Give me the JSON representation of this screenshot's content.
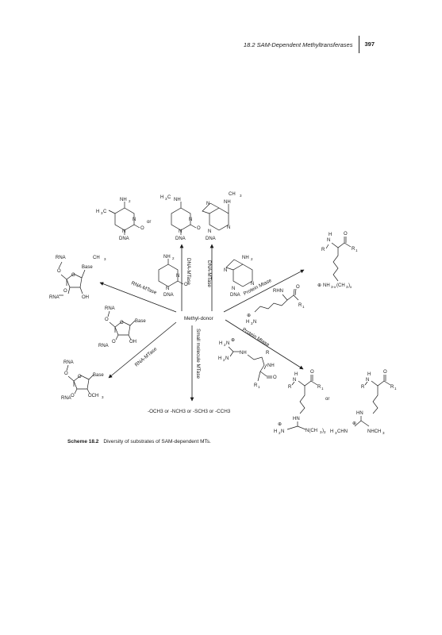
{
  "header": {
    "section": "18.2 SAM-Dependent Methyltransferases",
    "page_number": "397"
  },
  "center_label": "Methyl-donor",
  "enzymes": {
    "dna1": "DNA-MTase",
    "dna2": "DNA-MTase",
    "rna1": "RNA-MTase",
    "rna2": "RNA-MTase",
    "prot1": "Protein Mtase",
    "prot2": "Protein Mtase",
    "small": "Small molecule MTase"
  },
  "words": {
    "or1": "or",
    "or2": "or"
  },
  "atoms": {
    "nh2": "NH",
    "h3c": "H",
    "nh": "NH",
    "ch3": "CH",
    "n": "N",
    "o": "O",
    "dna": "DNA",
    "rna": "RNA",
    "base": "Base",
    "oh": "OH",
    "och3": "OCH",
    "r": "R",
    "r1": "R",
    "rhn": "RHN",
    "h2n": "H",
    "hn": "HN",
    "nch3_2": "N(CH",
    "h3chn": "H",
    "nhch3": "NHCH",
    "nh3ch3": "NH",
    "sub2": "2",
    "sub3": "3",
    "subx": "3-x",
    "subxx": "x",
    "sub1": "1",
    "paren_close": ")",
    "paren_close2": ")"
  },
  "products": "-OCH3 or -NCH3 or -SCH3 or -CCH3",
  "caption": {
    "label": "Scheme 18.2",
    "text": "Diversity of substrates of SAM-dependent MTs."
  }
}
